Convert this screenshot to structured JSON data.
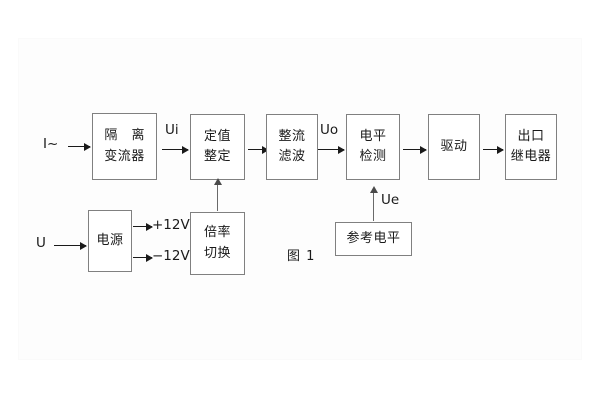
{
  "figure": {
    "caption": "图 1",
    "inputs": {
      "current_input": "I~",
      "voltage_input": "U"
    },
    "signals": {
      "ui": "Ui",
      "uo": "Uo",
      "ue": "Ue",
      "supply_positive": "+12V",
      "supply_negative": "−12V"
    },
    "blocks": [
      {
        "id": "isolation",
        "line1": "隔 离",
        "line2": "变流器"
      },
      {
        "id": "setting",
        "line1": "定值",
        "line2": "整定"
      },
      {
        "id": "rectify",
        "line1": "整流",
        "line2": "滤波"
      },
      {
        "id": "level-detect",
        "line1": "电平",
        "line2": "检测"
      },
      {
        "id": "drive",
        "line1": "驱动",
        "line2": ""
      },
      {
        "id": "output-relay",
        "line1": "出口",
        "line2": "继电器"
      },
      {
        "id": "power-supply",
        "line1": "电源",
        "line2": ""
      },
      {
        "id": "multiplier-switch",
        "line1": "倍率",
        "line2": "切换"
      },
      {
        "id": "reference-level",
        "line1": "参考电平",
        "line2": ""
      }
    ],
    "colors": {
      "border": "#808080",
      "text": "#1a1a1a",
      "arrow": "#1a1a1a",
      "background": "#ffffff"
    }
  }
}
